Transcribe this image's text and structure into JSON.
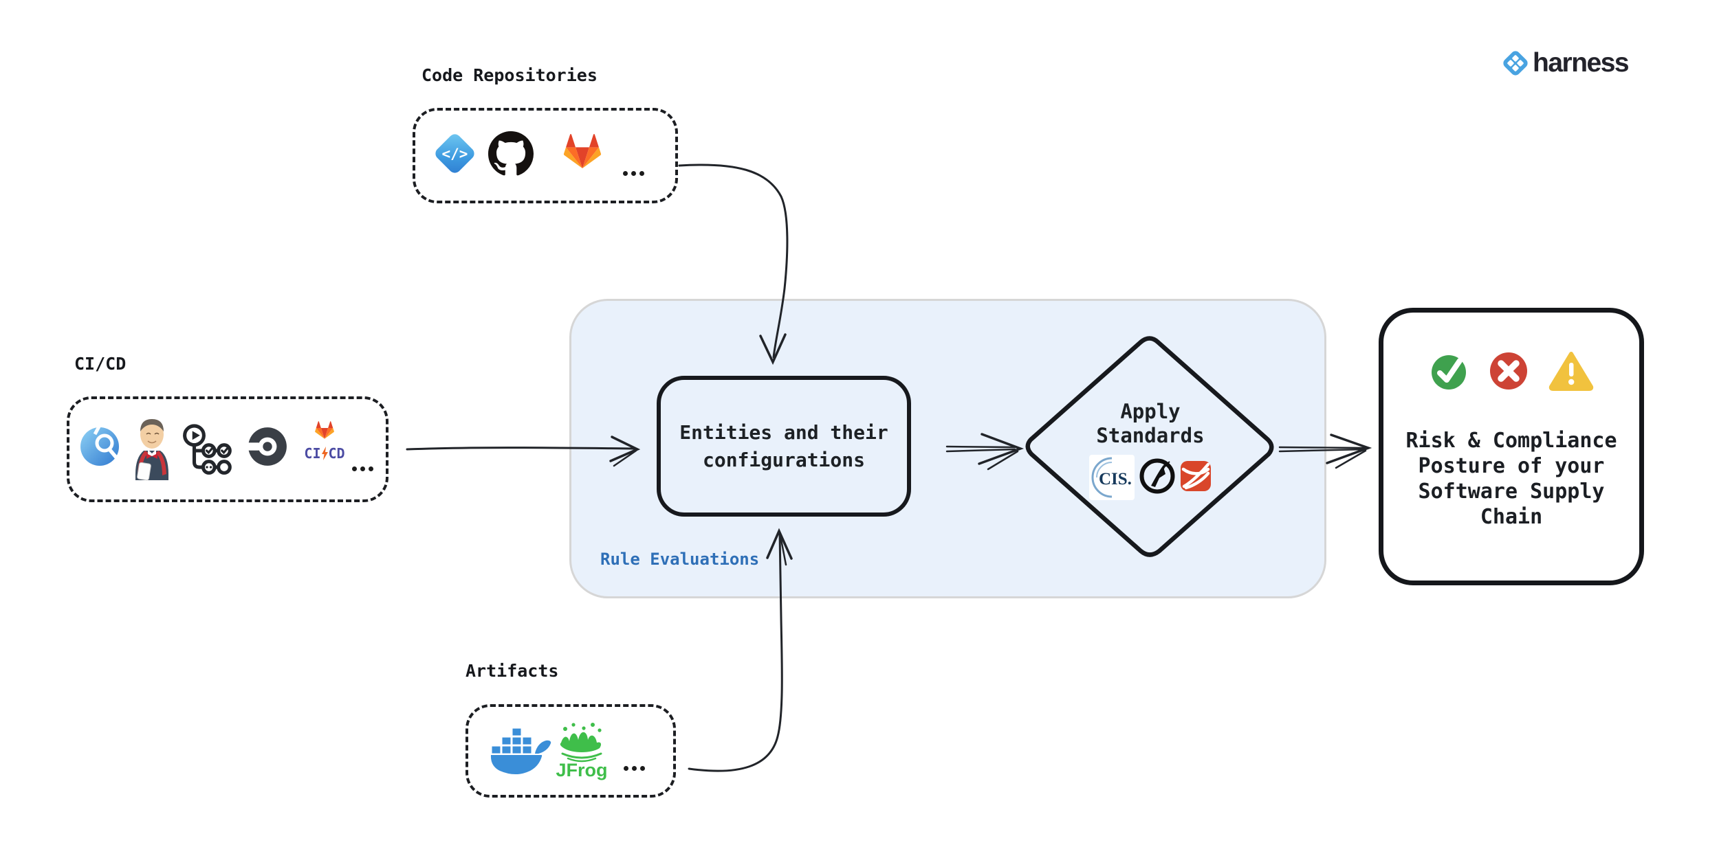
{
  "brand": {
    "name": "harness"
  },
  "sources": {
    "code_repositories": {
      "label": "Code Repositories",
      "code_glyph": "</>",
      "ellipsis": "...",
      "icons": [
        "harness-code",
        "github",
        "gitlab"
      ]
    },
    "cicd": {
      "label": "CI/CD",
      "gitlab_ci": "CI",
      "gitlab_cd": "CD",
      "ellipsis": "...",
      "icons": [
        "harness-ci",
        "jenkins",
        "github-actions",
        "circleci",
        "gitlab-cicd"
      ]
    },
    "artifacts": {
      "label": "Artifacts",
      "jfrog_text": "JFrog",
      "ellipsis": "...",
      "icons": [
        "docker",
        "jfrog"
      ]
    }
  },
  "rule_evaluations": {
    "label": "Rule Evaluations",
    "entities_line1": "Entities and their",
    "entities_line2": "configurations",
    "diamond_line1": "Apply",
    "diamond_line2": "Standards",
    "cis_text": "CIS.",
    "standards_icons": [
      "cis",
      "owasp",
      "red-standard"
    ]
  },
  "outcome": {
    "line1": "Risk & Compliance",
    "line2": "Posture of your",
    "line3": "Software Supply",
    "line4": "Chain",
    "status_icons": [
      "pass-check",
      "fail-x",
      "warning"
    ]
  },
  "colors": {
    "accent_blue": "#2e6fb7",
    "panel_fill": "#e9f1fb",
    "ink": "#1d2125",
    "success": "#3fa14e",
    "failure": "#cd4335",
    "warning": "#f1c23e",
    "harness_blue": "#49a3e1"
  }
}
